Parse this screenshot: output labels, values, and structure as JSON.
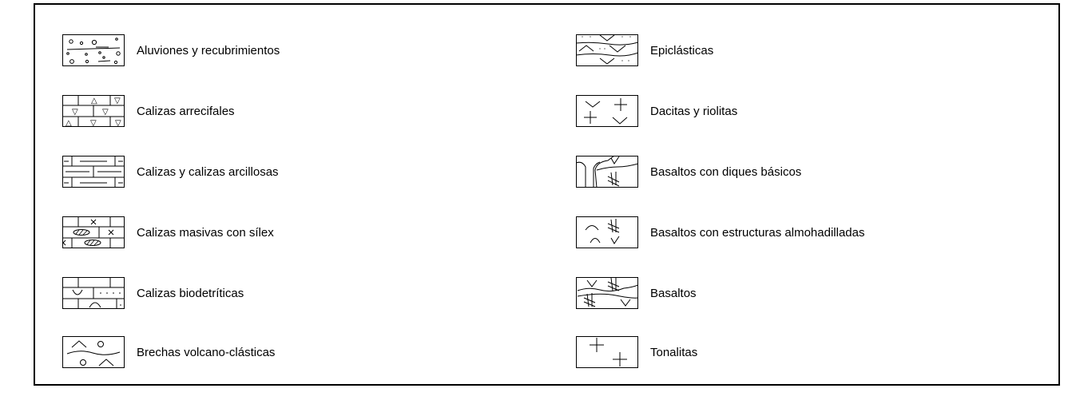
{
  "legend": {
    "left": [
      {
        "label": "Aluviones y recubrimientos",
        "symbol": "alluvium-pattern"
      },
      {
        "label": "Calizas arrecifales",
        "symbol": "reef-limestone-pattern"
      },
      {
        "label": "Calizas y calizas arcillosas",
        "symbol": "clayey-limestone-pattern"
      },
      {
        "label": "Calizas masivas con sílex",
        "symbol": "chert-limestone-pattern"
      },
      {
        "label": "Calizas biodetríticas",
        "symbol": "biodetrital-limestone-pattern"
      },
      {
        "label": "Brechas volcano-clásticas",
        "symbol": "volcaniclastic-breccia-pattern"
      }
    ],
    "right": [
      {
        "label": "Epiclásticas",
        "symbol": "epiclastic-pattern"
      },
      {
        "label": "Dacitas y riolitas",
        "symbol": "dacite-rhyolite-pattern"
      },
      {
        "label": "Basaltos con diques básicos",
        "symbol": "basalt-dikes-pattern"
      },
      {
        "label": "Basaltos con estructuras almohadilladas",
        "symbol": "pillow-basalt-pattern"
      },
      {
        "label": "Basaltos",
        "symbol": "basalt-pattern"
      },
      {
        "label": "Tonalitas",
        "symbol": "tonalite-pattern"
      }
    ]
  }
}
